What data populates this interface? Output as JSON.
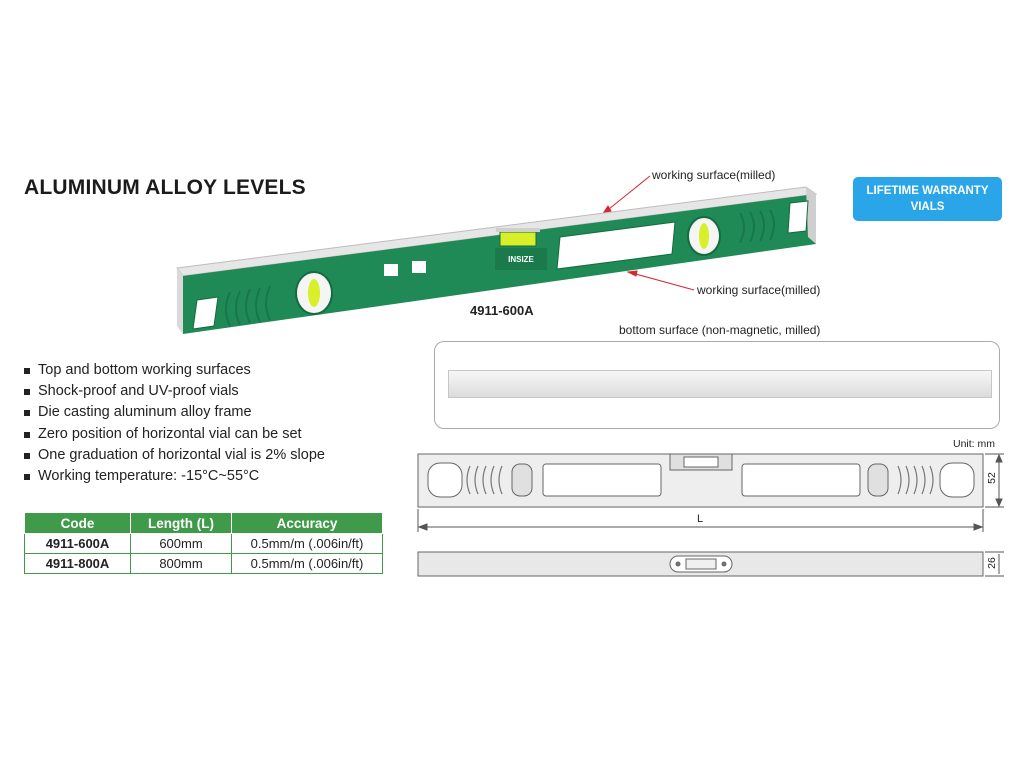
{
  "title": "ALUMINUM ALLOY LEVELS",
  "warranty": {
    "line1": "LIFETIME WARRANTY",
    "line2": "VIALS"
  },
  "callouts": {
    "top": "working surface(milled)",
    "middle": "working surface(milled)",
    "bottom": "bottom surface (non-magnetic, milled)"
  },
  "product": {
    "model": "4911-600A",
    "brand_mark": "INSIZE"
  },
  "features": [
    "Top and bottom working surfaces",
    "Shock-proof and UV-proof vials",
    "Die casting aluminum alloy frame",
    "Zero position of horizontal vial can be set",
    "One graduation of horizontal vial is 2% slope",
    "Working temperature: -15°C~55°C"
  ],
  "table": {
    "headers": [
      "Code",
      "Length (L)",
      "Accuracy"
    ],
    "rows": [
      [
        "4911-600A",
        "600mm",
        "0.5mm/m (.006in/ft)"
      ],
      [
        "4911-800A",
        "800mm",
        "0.5mm/m (.006in/ft)"
      ]
    ]
  },
  "drawing": {
    "unit": "Unit: mm",
    "length_label": "L",
    "height": "52",
    "depth": "26"
  },
  "colors": {
    "frame_green": "#1f8a55",
    "header_green": "#3f9a4a",
    "warranty_blue": "#2aa6e8"
  }
}
